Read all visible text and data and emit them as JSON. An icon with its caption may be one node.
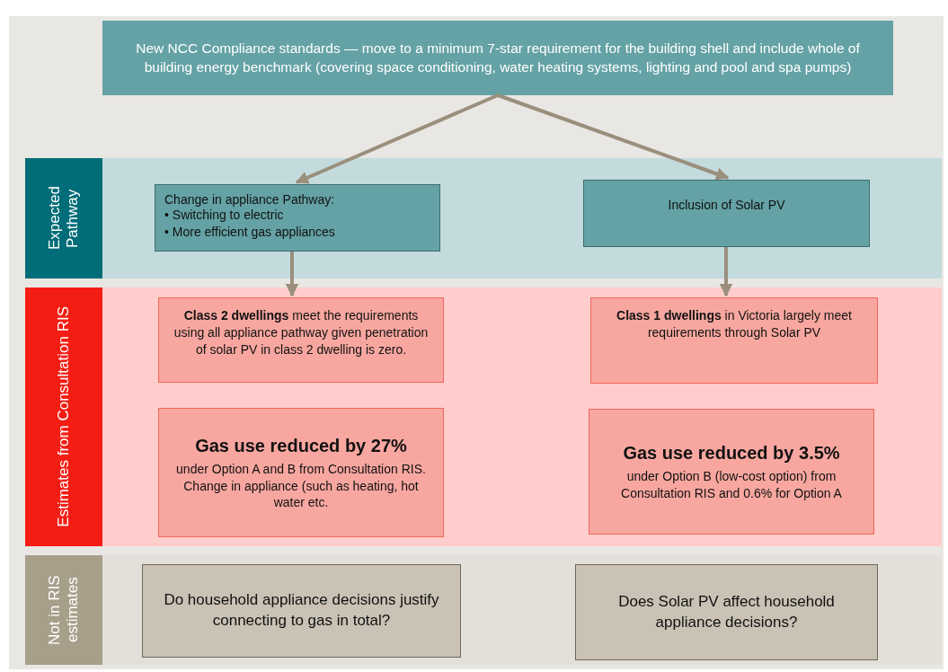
{
  "diagram": {
    "nodes": [
      {
        "text": [
          "New NCC Compliance standards — move to a minimum 7-star requirement for the building shell and include whole of building energy benchmark (covering space conditioning, water heating systems, lighting and pool and spa pumps)"
        ]
      },
      {
        "text": [
          "Expected Pathway"
        ]
      },
      {
        "text": [
          "Change in appliance Pathway:",
          "• Switching to electric",
          "• More efficient gas appliances"
        ],
        "in": 1
      },
      {
        "text": [
          "Inclusion of Solar PV"
        ],
        "in": 1
      },
      {
        "text": [
          "Estimates from Consultation RIS"
        ]
      },
      {
        "text": [
          "**Class 2 dwellings** meet the requirements using all appliance pathway given penetration of solar PV in class 2 dwelling is zero."
        ],
        "in": 4
      },
      {
        "text": [
          "**Class 1 dwellings** in Victoria largely meet requirements through Solar PV"
        ],
        "in": 4
      },
      {
        "text": [
          "Gas use reduced by 27%",
          "under Option A and B from Consultation RIS. Change in appliance (such as heating, hot water etc."
        ],
        "in": 4
      },
      {
        "text": [
          "Gas use reduced by 3.5%",
          "under Option B (low-cost option) from Consultation RIS and 0.6% for Option A"
        ],
        "in": 4
      },
      {
        "text": [
          "Not in RIS estimates"
        ]
      },
      {
        "text": [
          "Do household appliance decisions justify connecting to gas in total?"
        ],
        "in": 9
      },
      {
        "text": [
          "Does Solar PV affect household appliance decisions?"
        ],
        "in": 9
      }
    ],
    "edges": [
      {
        "from": 0,
        "to": 2,
        "arrow": "to"
      },
      {
        "from": 0,
        "to": 3,
        "arrow": "to"
      },
      {
        "from": 2,
        "to": 5,
        "arrow": "to"
      },
      {
        "from": 3,
        "to": 6,
        "arrow": "to"
      }
    ]
  }
}
